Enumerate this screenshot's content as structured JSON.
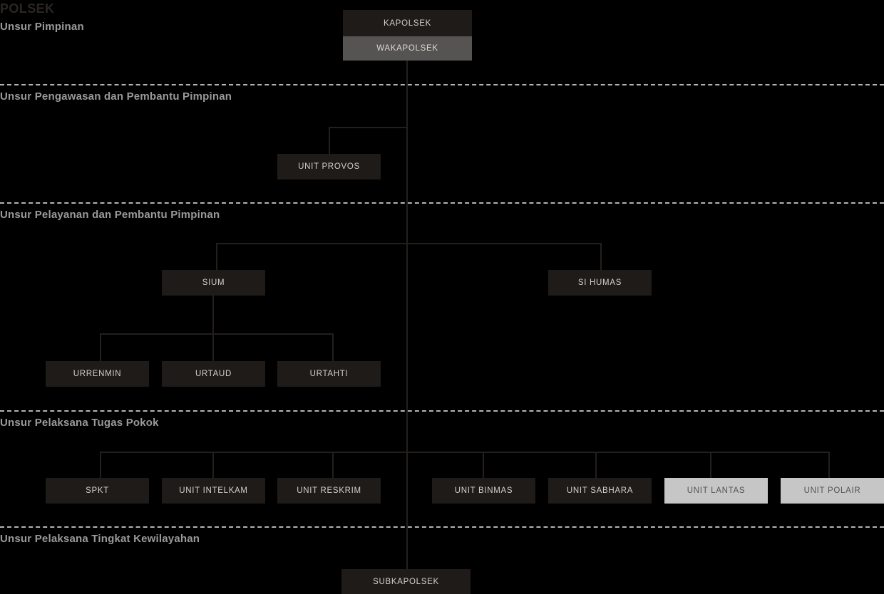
{
  "title": "POLSEK",
  "colors": {
    "background": "#000000",
    "box_dark": "#1e1b19",
    "box_mid": "#555452",
    "box_light": "#c6c6c6",
    "text_light": "#d3cfcb",
    "text_dark": "#555555",
    "section_label": "#9a9a9a",
    "divider": "#b3b3b3",
    "connector": "#231f1d"
  },
  "sections": [
    {
      "label": "Unsur Pimpinan"
    },
    {
      "label": "Unsur Pengawasan dan Pembantu Pimpinan"
    },
    {
      "label": "Unsur Pelayanan dan Pembantu Pimpinan"
    },
    {
      "label": "Unsur Pelaksana Tugas Pokok"
    },
    {
      "label": "Unsur Pelaksana Tingkat Kewilayahan"
    }
  ],
  "nodes": {
    "kapolsek": "KAPOLSEK",
    "wakapolsek": "WAKAPOLSEK",
    "unit_provos": "UNIT PROVOS",
    "sium": "SIUM",
    "si_humas": "SI HUMAS",
    "urrenmin": "URRENMIN",
    "urtaud": "URTAUD",
    "urtahti": "URTAHTI",
    "spkt": "SPKT",
    "unit_intelkam": "UNIT INTELKAM",
    "unit_reskrim": "UNIT RESKRIM",
    "unit_binmas": "UNIT BINMAS",
    "unit_sabhara": "UNIT SABHARA",
    "unit_lantas": "UNIT LANTAS",
    "unit_polair": "UNIT POLAIR",
    "subkapolsek": "SUBKAPOLSEK"
  }
}
